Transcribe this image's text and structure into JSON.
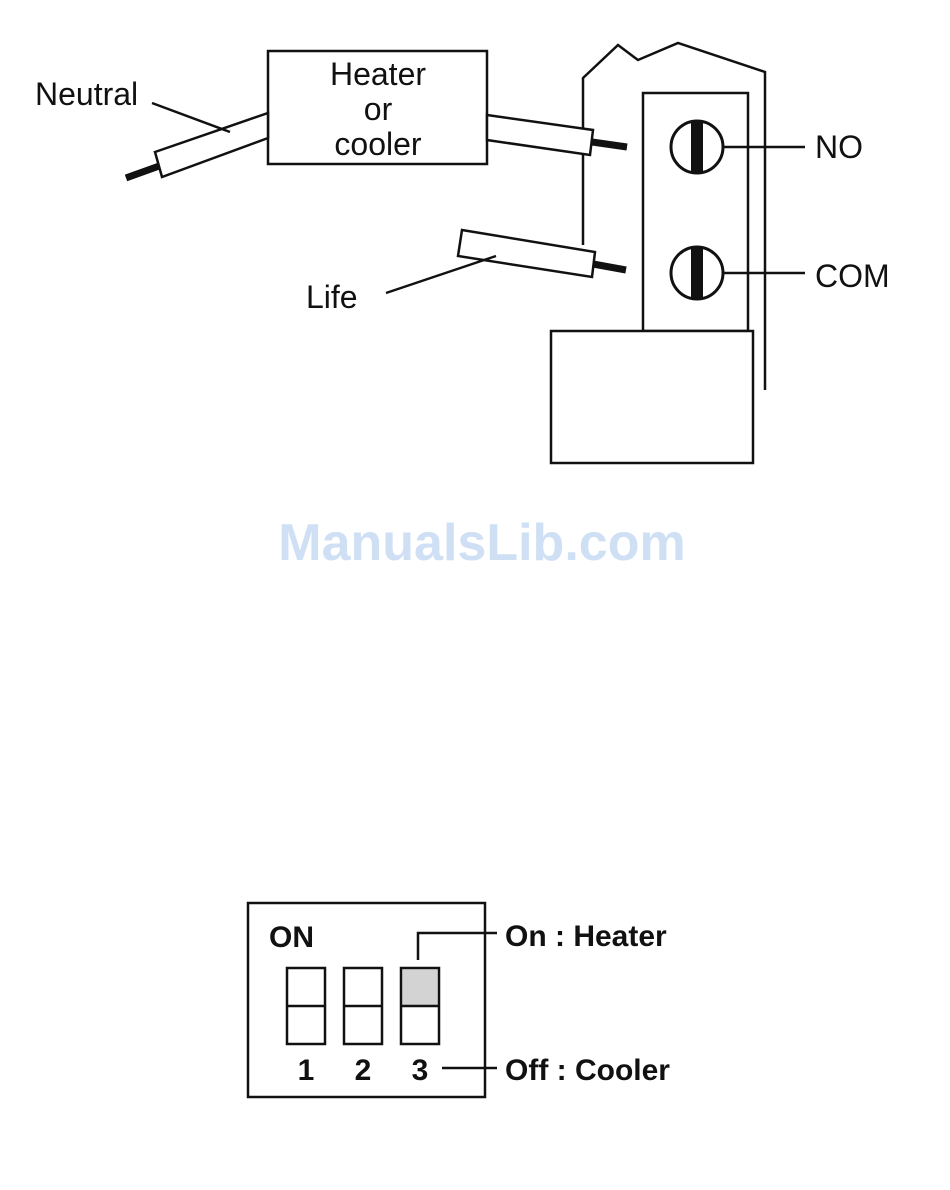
{
  "wiring": {
    "neutral_label": "Neutral",
    "load_label_line1": "Heater",
    "load_label_line2": "or",
    "load_label_line3": "cooler",
    "life_label": "Life",
    "no_label": "NO",
    "com_label": "COM"
  },
  "watermark": "ManualsLib.com",
  "dip_switch": {
    "on_label": "ON",
    "switches": [
      {
        "number": "1",
        "state": "off"
      },
      {
        "number": "2",
        "state": "off"
      },
      {
        "number": "3",
        "state": "on"
      }
    ],
    "on_callout": "On : Heater",
    "off_callout": "Off : Cooler"
  },
  "colors": {
    "line": "#111111",
    "switch_on_fill": "#d3d3d3",
    "watermark": "#cfe0f5"
  }
}
